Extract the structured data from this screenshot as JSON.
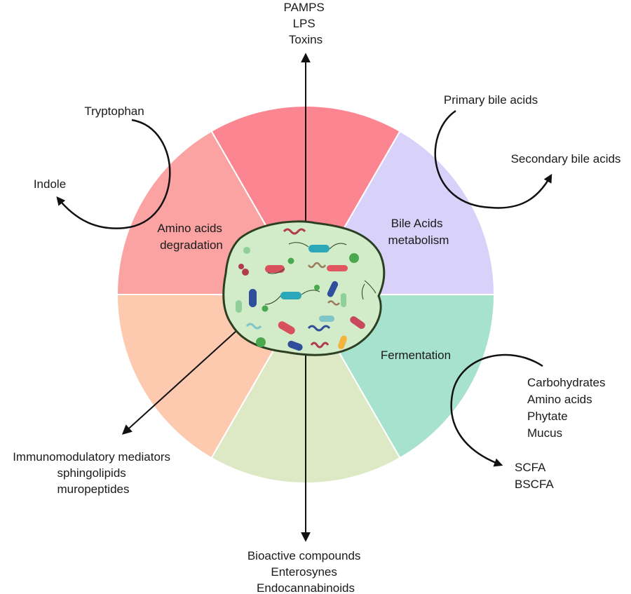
{
  "colors": {
    "top": "#fb8590",
    "amino": "#fba3a3",
    "bile": "#d8d2fb",
    "immuno": "#fdcaaf",
    "bioactive": "#dce9c4",
    "fermentation": "#a6e2cd",
    "core_fill": "#d2ebc8",
    "core_stroke": "#2c3f22",
    "amino_text": "#9b1c2c",
    "bile_text": "#3e3f8f",
    "arrow": "#111111"
  },
  "sectors": {
    "amino_label": [
      "Amino acids",
      "degradation"
    ],
    "bile_label": [
      "Bile Acids",
      "metabolism"
    ],
    "fermentation_label": "Fermentation"
  },
  "top_outputs": [
    "PAMPS",
    "LPS",
    "Toxins"
  ],
  "tryptophan_cycle": {
    "source": "Tryptophan",
    "product": "Indole"
  },
  "bile_cycle": {
    "source": "Primary bile acids",
    "product": "Secondary bile acids"
  },
  "fermentation_inputs": [
    "Carbohydrates",
    "Amino acids",
    "Phytate",
    "Mucus"
  ],
  "fermentation_outputs": [
    "SCFA",
    "BSCFA"
  ],
  "immuno_outputs": [
    "Immunomodulatory mediators",
    "sphingolipids",
    "muropeptides"
  ],
  "bottom_outputs": [
    "Bioactive compounds",
    "Enterosynes",
    "Endocannabinoids"
  ]
}
